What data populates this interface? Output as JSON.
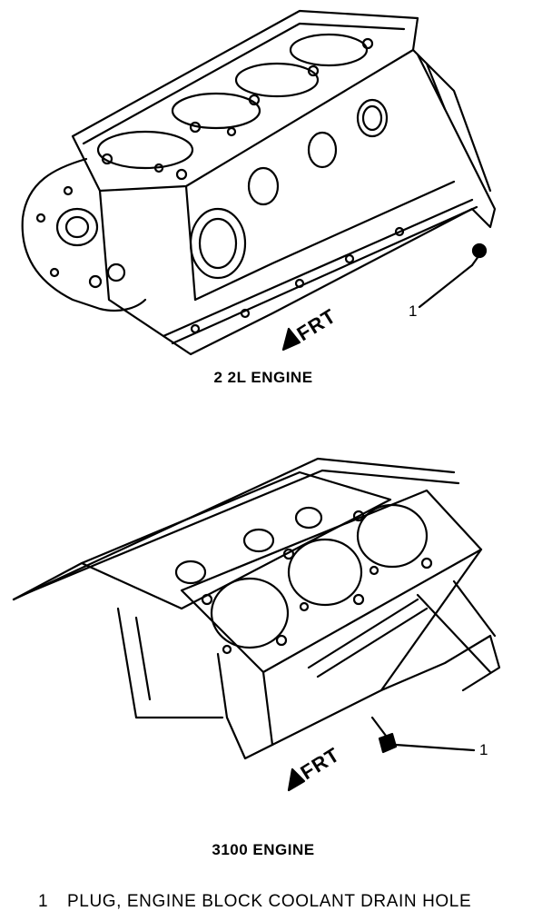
{
  "figures": [
    {
      "caption": "2 2L ENGINE",
      "direction_label": "FRT",
      "callout": "1"
    },
    {
      "caption": "3100 ENGINE",
      "direction_label": "FRT",
      "callout": "1"
    }
  ],
  "legend": [
    {
      "number": "1",
      "text": "PLUG, ENGINE BLOCK COOLANT DRAIN HOLE"
    }
  ]
}
